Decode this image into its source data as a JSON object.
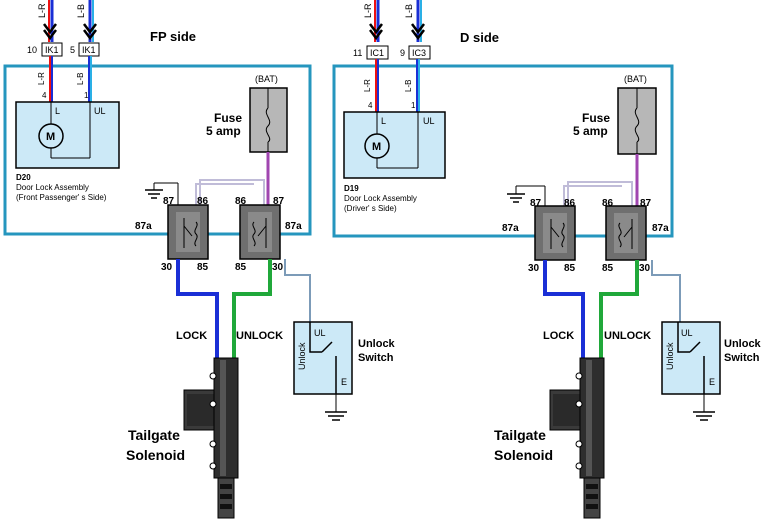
{
  "panels": [
    {
      "title": "FP side",
      "connectors": [
        {
          "pin": "10",
          "id": "IK1",
          "wire": "L-R"
        },
        {
          "pin": "5",
          "id": "IK1",
          "wire": "L-B"
        }
      ],
      "assembly_pins": {
        "left": "4",
        "right": "1"
      },
      "motor": "M",
      "lock_label": "L",
      "unlock_label": "UL",
      "assembly_code": "D20",
      "assembly_name": "Door Lock Assembly",
      "assembly_side": "(Front Passenger' s Side)",
      "fuse_label": "Fuse",
      "fuse_rating": "5 amp",
      "bat_label": "(BAT)",
      "relay1_pins": {
        "p87": "87",
        "p86": "86",
        "p87a": "87a",
        "p30": "30",
        "p85": "85"
      },
      "relay2_pins": {
        "p86": "86",
        "p87": "87",
        "p87a": "87a",
        "p85": "85",
        "p30": "30"
      },
      "lock_wire_label": "LOCK",
      "unlock_wire_label": "UNLOCK",
      "switch_ul": "UL",
      "switch_side": "Unlock",
      "switch_e": "E",
      "switch_title_1": "Unlock",
      "switch_title_2": "Switch",
      "solenoid_1": "Tailgate",
      "solenoid_2": "Solenoid"
    },
    {
      "title": "D side",
      "connectors": [
        {
          "pin": "11",
          "id": "IC1",
          "wire": "L-R"
        },
        {
          "pin": "9",
          "id": "IC3",
          "wire": "L-B"
        }
      ],
      "assembly_pins": {
        "left": "4",
        "right": "1"
      },
      "motor": "M",
      "lock_label": "L",
      "unlock_label": "UL",
      "assembly_code": "D19",
      "assembly_name": "Door Lock Assembly",
      "assembly_side": "(Driver' s Side)",
      "fuse_label": "Fuse",
      "fuse_rating": "5 amp",
      "bat_label": "(BAT)",
      "relay1_pins": {
        "p87": "87",
        "p86": "86",
        "p87a": "87a",
        "p30": "30",
        "p85": "85"
      },
      "relay2_pins": {
        "p86": "86",
        "p87": "87",
        "p87a": "87a",
        "p85": "85",
        "p30": "30"
      },
      "lock_wire_label": "LOCK",
      "unlock_wire_label": "UNLOCK",
      "switch_ul": "UL",
      "switch_side": "Unlock",
      "switch_e": "E",
      "switch_title_1": "Unlock",
      "switch_title_2": "Switch",
      "solenoid_1": "Tailgate",
      "solenoid_2": "Solenoid"
    }
  ],
  "colors": {
    "frame": "#2596be",
    "component_fill": "#cce9f7",
    "lock_wire": "#1a2fd6",
    "unlock_wire": "#20a83a",
    "fuse_wire": "#a046b0",
    "relay_link": "#c0bcd8",
    "switch_wire": "#7c9bb8",
    "relay_body": "#6f6f6f",
    "fuse_body": "#b7b7b7"
  }
}
